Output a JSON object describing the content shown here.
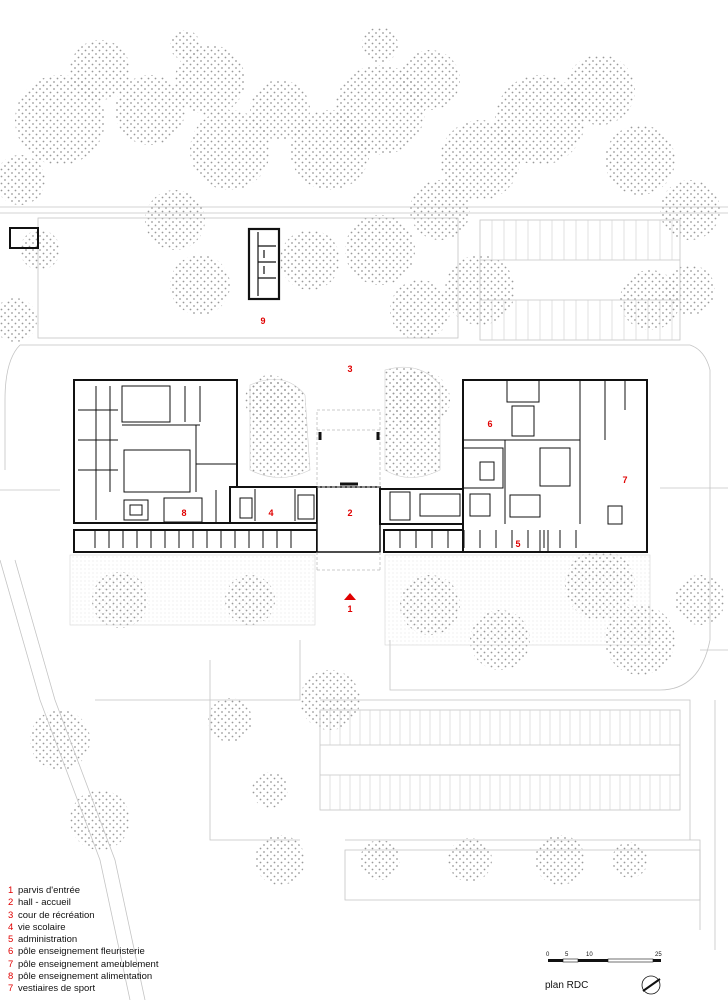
{
  "legend": [
    {
      "num": "1",
      "label": "parvis d'entrée"
    },
    {
      "num": "2",
      "label": "hall - accueil"
    },
    {
      "num": "3",
      "label": "cour de récréation"
    },
    {
      "num": "4",
      "label": "vie scolaire"
    },
    {
      "num": "5",
      "label": "administration"
    },
    {
      "num": "6",
      "label": "pôle enseignement fleuristerie"
    },
    {
      "num": "7",
      "label": "pôle enseignement ameublement"
    },
    {
      "num": "8",
      "label": "pôle enseignement alimentation"
    },
    {
      "num": "7",
      "label": "vestiaires de sport"
    }
  ],
  "plan_labels": [
    "9",
    "3",
    "6",
    "7",
    "8",
    "4",
    "2",
    "5",
    "1"
  ],
  "scale_bar": {
    "ticks": [
      "0",
      "5",
      "10",
      "25"
    ]
  },
  "title": "plan RDC",
  "colors": {
    "accent": "#e00000",
    "line": "#111111",
    "light_line": "#bbbbbb",
    "dots": "#9a9a9a"
  },
  "icons": {
    "entrance": "entrance-triangle-icon",
    "north": "north-arrow-icon"
  }
}
